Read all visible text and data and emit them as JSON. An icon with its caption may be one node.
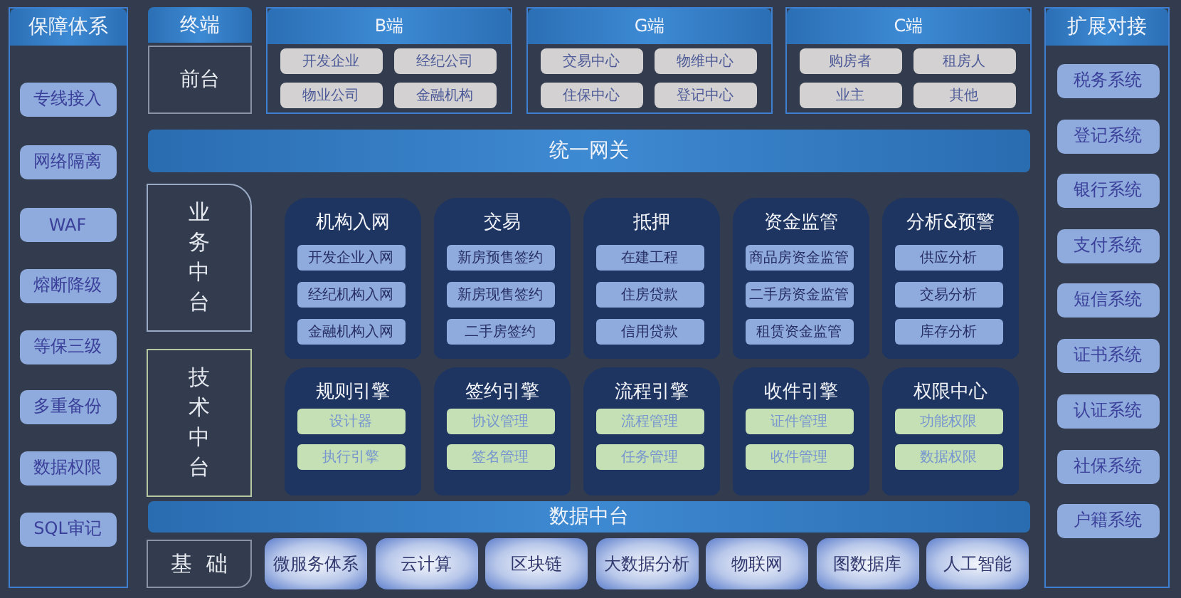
{
  "diagram": {
    "nodes": [
      {
        "text": [
          "保障体系"
        ]
      },
      {
        "text": [
          "专线接入"
        ],
        "in": 0
      },
      {
        "text": [
          "网络隔离"
        ],
        "in": 0
      },
      {
        "text": [
          "WAF"
        ],
        "in": 0
      },
      {
        "text": [
          "熔断降级"
        ],
        "in": 0
      },
      {
        "text": [
          "等保三级"
        ],
        "in": 0
      },
      {
        "text": [
          "多重备份"
        ],
        "in": 0
      },
      {
        "text": [
          "数据权限"
        ],
        "in": 0
      },
      {
        "text": [
          "SQL审记"
        ],
        "in": 0
      },
      {
        "text": [
          "终端",
          "前台"
        ]
      },
      {
        "text": [
          "B端"
        ]
      },
      {
        "text": [
          "开发企业"
        ],
        "in": 10
      },
      {
        "text": [
          "经纪公司"
        ],
        "in": 10
      },
      {
        "text": [
          "物业公司"
        ],
        "in": 10
      },
      {
        "text": [
          "金融机构"
        ],
        "in": 10
      },
      {
        "text": [
          "G端"
        ]
      },
      {
        "text": [
          "交易中心"
        ],
        "in": 15
      },
      {
        "text": [
          "物维中心"
        ],
        "in": 15
      },
      {
        "text": [
          "住保中心"
        ],
        "in": 15
      },
      {
        "text": [
          "登记中心"
        ],
        "in": 15
      },
      {
        "text": [
          "C端"
        ]
      },
      {
        "text": [
          "购房者"
        ],
        "in": 20
      },
      {
        "text": [
          "租房人"
        ],
        "in": 20
      },
      {
        "text": [
          "业主"
        ],
        "in": 20
      },
      {
        "text": [
          "其他"
        ],
        "in": 20
      },
      {
        "text": [
          "扩展对接"
        ]
      },
      {
        "text": [
          "税务系统"
        ],
        "in": 25
      },
      {
        "text": [
          "登记系统"
        ],
        "in": 25
      },
      {
        "text": [
          "银行系统"
        ],
        "in": 25
      },
      {
        "text": [
          "支付系统"
        ],
        "in": 25
      },
      {
        "text": [
          "短信系统"
        ],
        "in": 25
      },
      {
        "text": [
          "证书系统"
        ],
        "in": 25
      },
      {
        "text": [
          "认证系统"
        ],
        "in": 25
      },
      {
        "text": [
          "社保系统"
        ],
        "in": 25
      },
      {
        "text": [
          "户籍系统"
        ],
        "in": 25
      },
      {
        "text": [
          "统一网关"
        ]
      },
      {
        "text": [
          "业务中台"
        ]
      },
      {
        "text": [
          "机构入网"
        ]
      },
      {
        "text": [
          "开发企业入网"
        ],
        "in": 37
      },
      {
        "text": [
          "经纪机构入网"
        ],
        "in": 37
      },
      {
        "text": [
          "金融机构入网"
        ],
        "in": 37
      },
      {
        "text": [
          "交易"
        ]
      },
      {
        "text": [
          "新房预售签约"
        ],
        "in": 41
      },
      {
        "text": [
          "新房现售签约"
        ],
        "in": 41
      },
      {
        "text": [
          "二手房签约"
        ],
        "in": 41
      },
      {
        "text": [
          "抵押"
        ]
      },
      {
        "text": [
          "在建工程"
        ],
        "in": 45
      },
      {
        "text": [
          "住房贷款"
        ],
        "in": 45
      },
      {
        "text": [
          "信用贷款"
        ],
        "in": 45
      },
      {
        "text": [
          "资金监管"
        ]
      },
      {
        "text": [
          "商品房资金监管"
        ],
        "in": 49
      },
      {
        "text": [
          "二手房资金监管"
        ],
        "in": 49
      },
      {
        "text": [
          "租赁资金监管"
        ],
        "in": 49
      },
      {
        "text": [
          "分析&预警"
        ]
      },
      {
        "text": [
          "供应分析"
        ],
        "in": 53
      },
      {
        "text": [
          "交易分析"
        ],
        "in": 53
      },
      {
        "text": [
          "库存分析"
        ],
        "in": 53
      },
      {
        "text": [
          "技术中台"
        ]
      },
      {
        "text": [
          "规则引擎"
        ]
      },
      {
        "text": [
          "设计器"
        ],
        "in": 58
      },
      {
        "text": [
          "执行引擎"
        ],
        "in": 58
      },
      {
        "text": [
          "签约引擎"
        ]
      },
      {
        "text": [
          "协议管理"
        ],
        "in": 61
      },
      {
        "text": [
          "签名管理"
        ],
        "in": 61
      },
      {
        "text": [
          "流程引擎"
        ]
      },
      {
        "text": [
          "流程管理"
        ],
        "in": 64
      },
      {
        "text": [
          "任务管理"
        ],
        "in": 64
      },
      {
        "text": [
          "收件引擎"
        ]
      },
      {
        "text": [
          "证件管理"
        ],
        "in": 67
      },
      {
        "text": [
          "收件管理"
        ],
        "in": 67
      },
      {
        "text": [
          "权限中心"
        ]
      },
      {
        "text": [
          "功能权限"
        ],
        "in": 70
      },
      {
        "text": [
          "数据权限"
        ],
        "in": 70
      },
      {
        "text": [
          "数据中台"
        ]
      },
      {
        "text": [
          "基础"
        ]
      },
      {
        "text": [
          "微服务体系"
        ]
      },
      {
        "text": [
          "云计算"
        ]
      },
      {
        "text": [
          "区块链"
        ]
      },
      {
        "text": [
          "大数据分析"
        ]
      },
      {
        "text": [
          "物联网"
        ]
      },
      {
        "text": [
          "图数据库"
        ]
      },
      {
        "text": [
          "人工智能"
        ]
      }
    ]
  }
}
